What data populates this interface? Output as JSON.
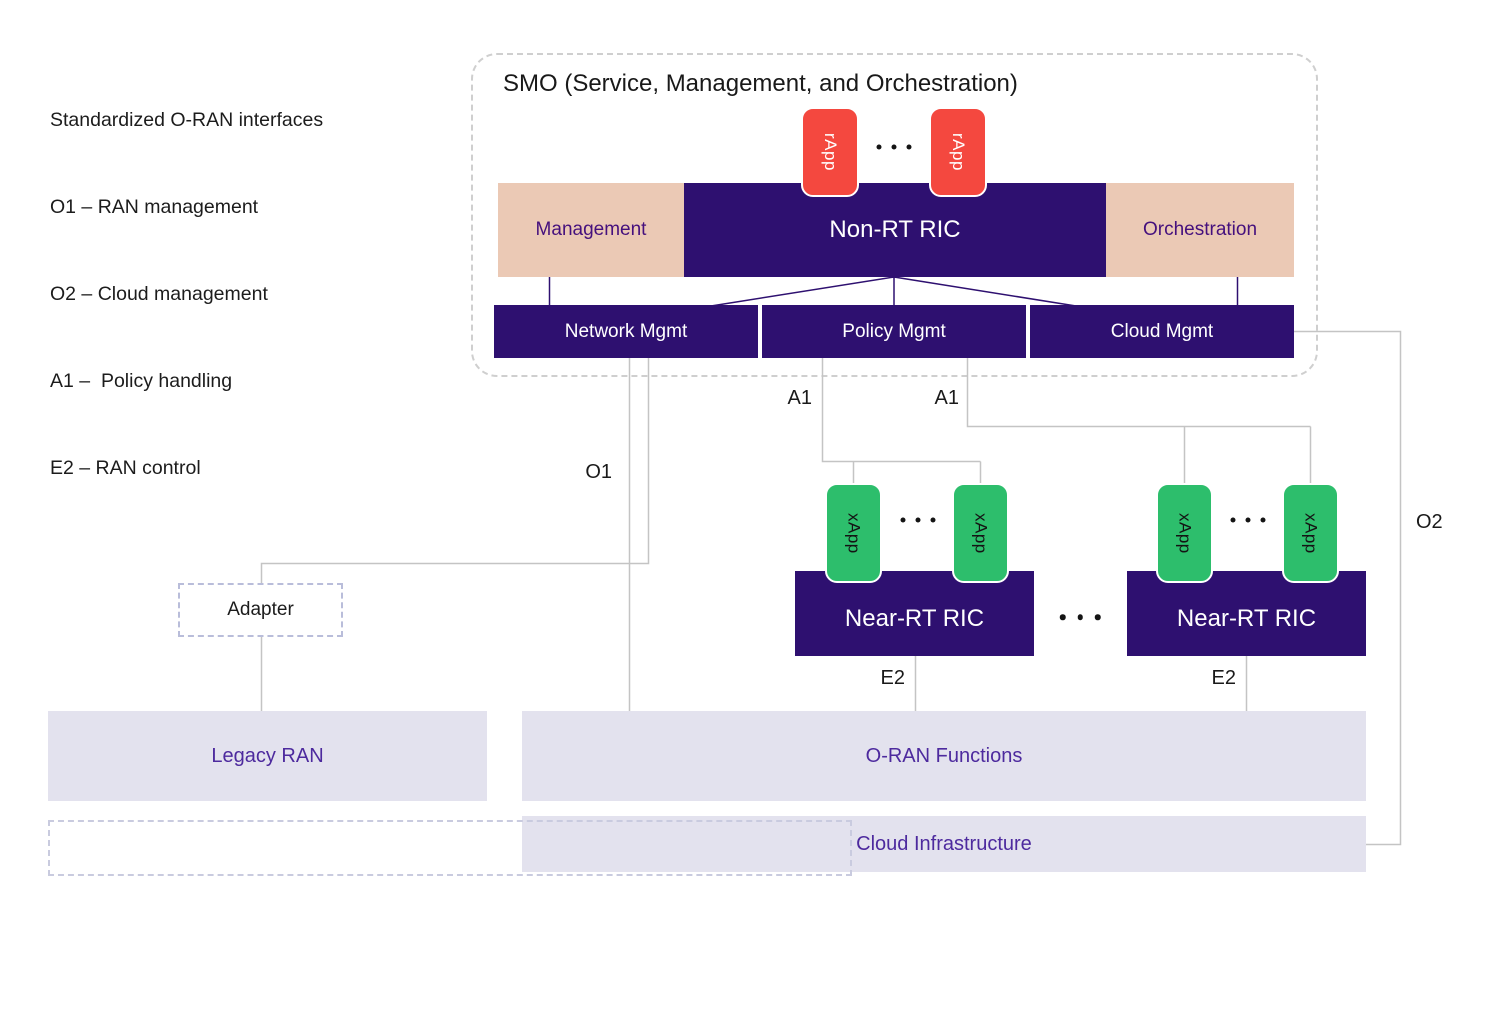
{
  "legend": {
    "title": "Standardized O-RAN interfaces",
    "items": [
      "O1 – RAN management",
      "O2 – Cloud management",
      "A1 –  Policy handling",
      "E2 – RAN control"
    ]
  },
  "smo": {
    "title": "SMO (Service, Management, and Orchestration)",
    "management": "Management",
    "non_rt_ric": "Non-RT RIC",
    "orchestration": "Orchestration",
    "network_mgmt": "Network Mgmt",
    "policy_mgmt": "Policy Mgmt",
    "cloud_mgmt": "Cloud Mgmt",
    "rapps": [
      "rApp",
      "rApp"
    ]
  },
  "near_rt": {
    "rics": [
      {
        "label": "Near-RT RIC",
        "xapps": [
          "xApp",
          "xApp"
        ]
      },
      {
        "label": "Near-RT RIC",
        "xapps": [
          "xApp",
          "xApp"
        ]
      }
    ]
  },
  "interfaces": {
    "o1": "O1",
    "o2": "O2",
    "a1_left": "A1",
    "a1_right": "A1",
    "e2_left": "E2",
    "e2_right": "E2"
  },
  "adapter": {
    "label": "Adapter"
  },
  "bottom": {
    "legacy_ran": "Legacy RAN",
    "oran_functions": "O-RAN Functions",
    "cloud_infrastructure": "Cloud Infrastructure"
  },
  "icons": {
    "ellipsis": "•••"
  },
  "colors": {
    "deep_purple": "#2E1070",
    "tan": "#EBC9B5",
    "lavender": "#E3E2EE",
    "green": "#2DBE6C",
    "red": "#F4483F",
    "tan_text_purple": "#45107D",
    "lavender_text_purple": "#4D2A9E",
    "connector_gray": "#C4C4C4"
  }
}
